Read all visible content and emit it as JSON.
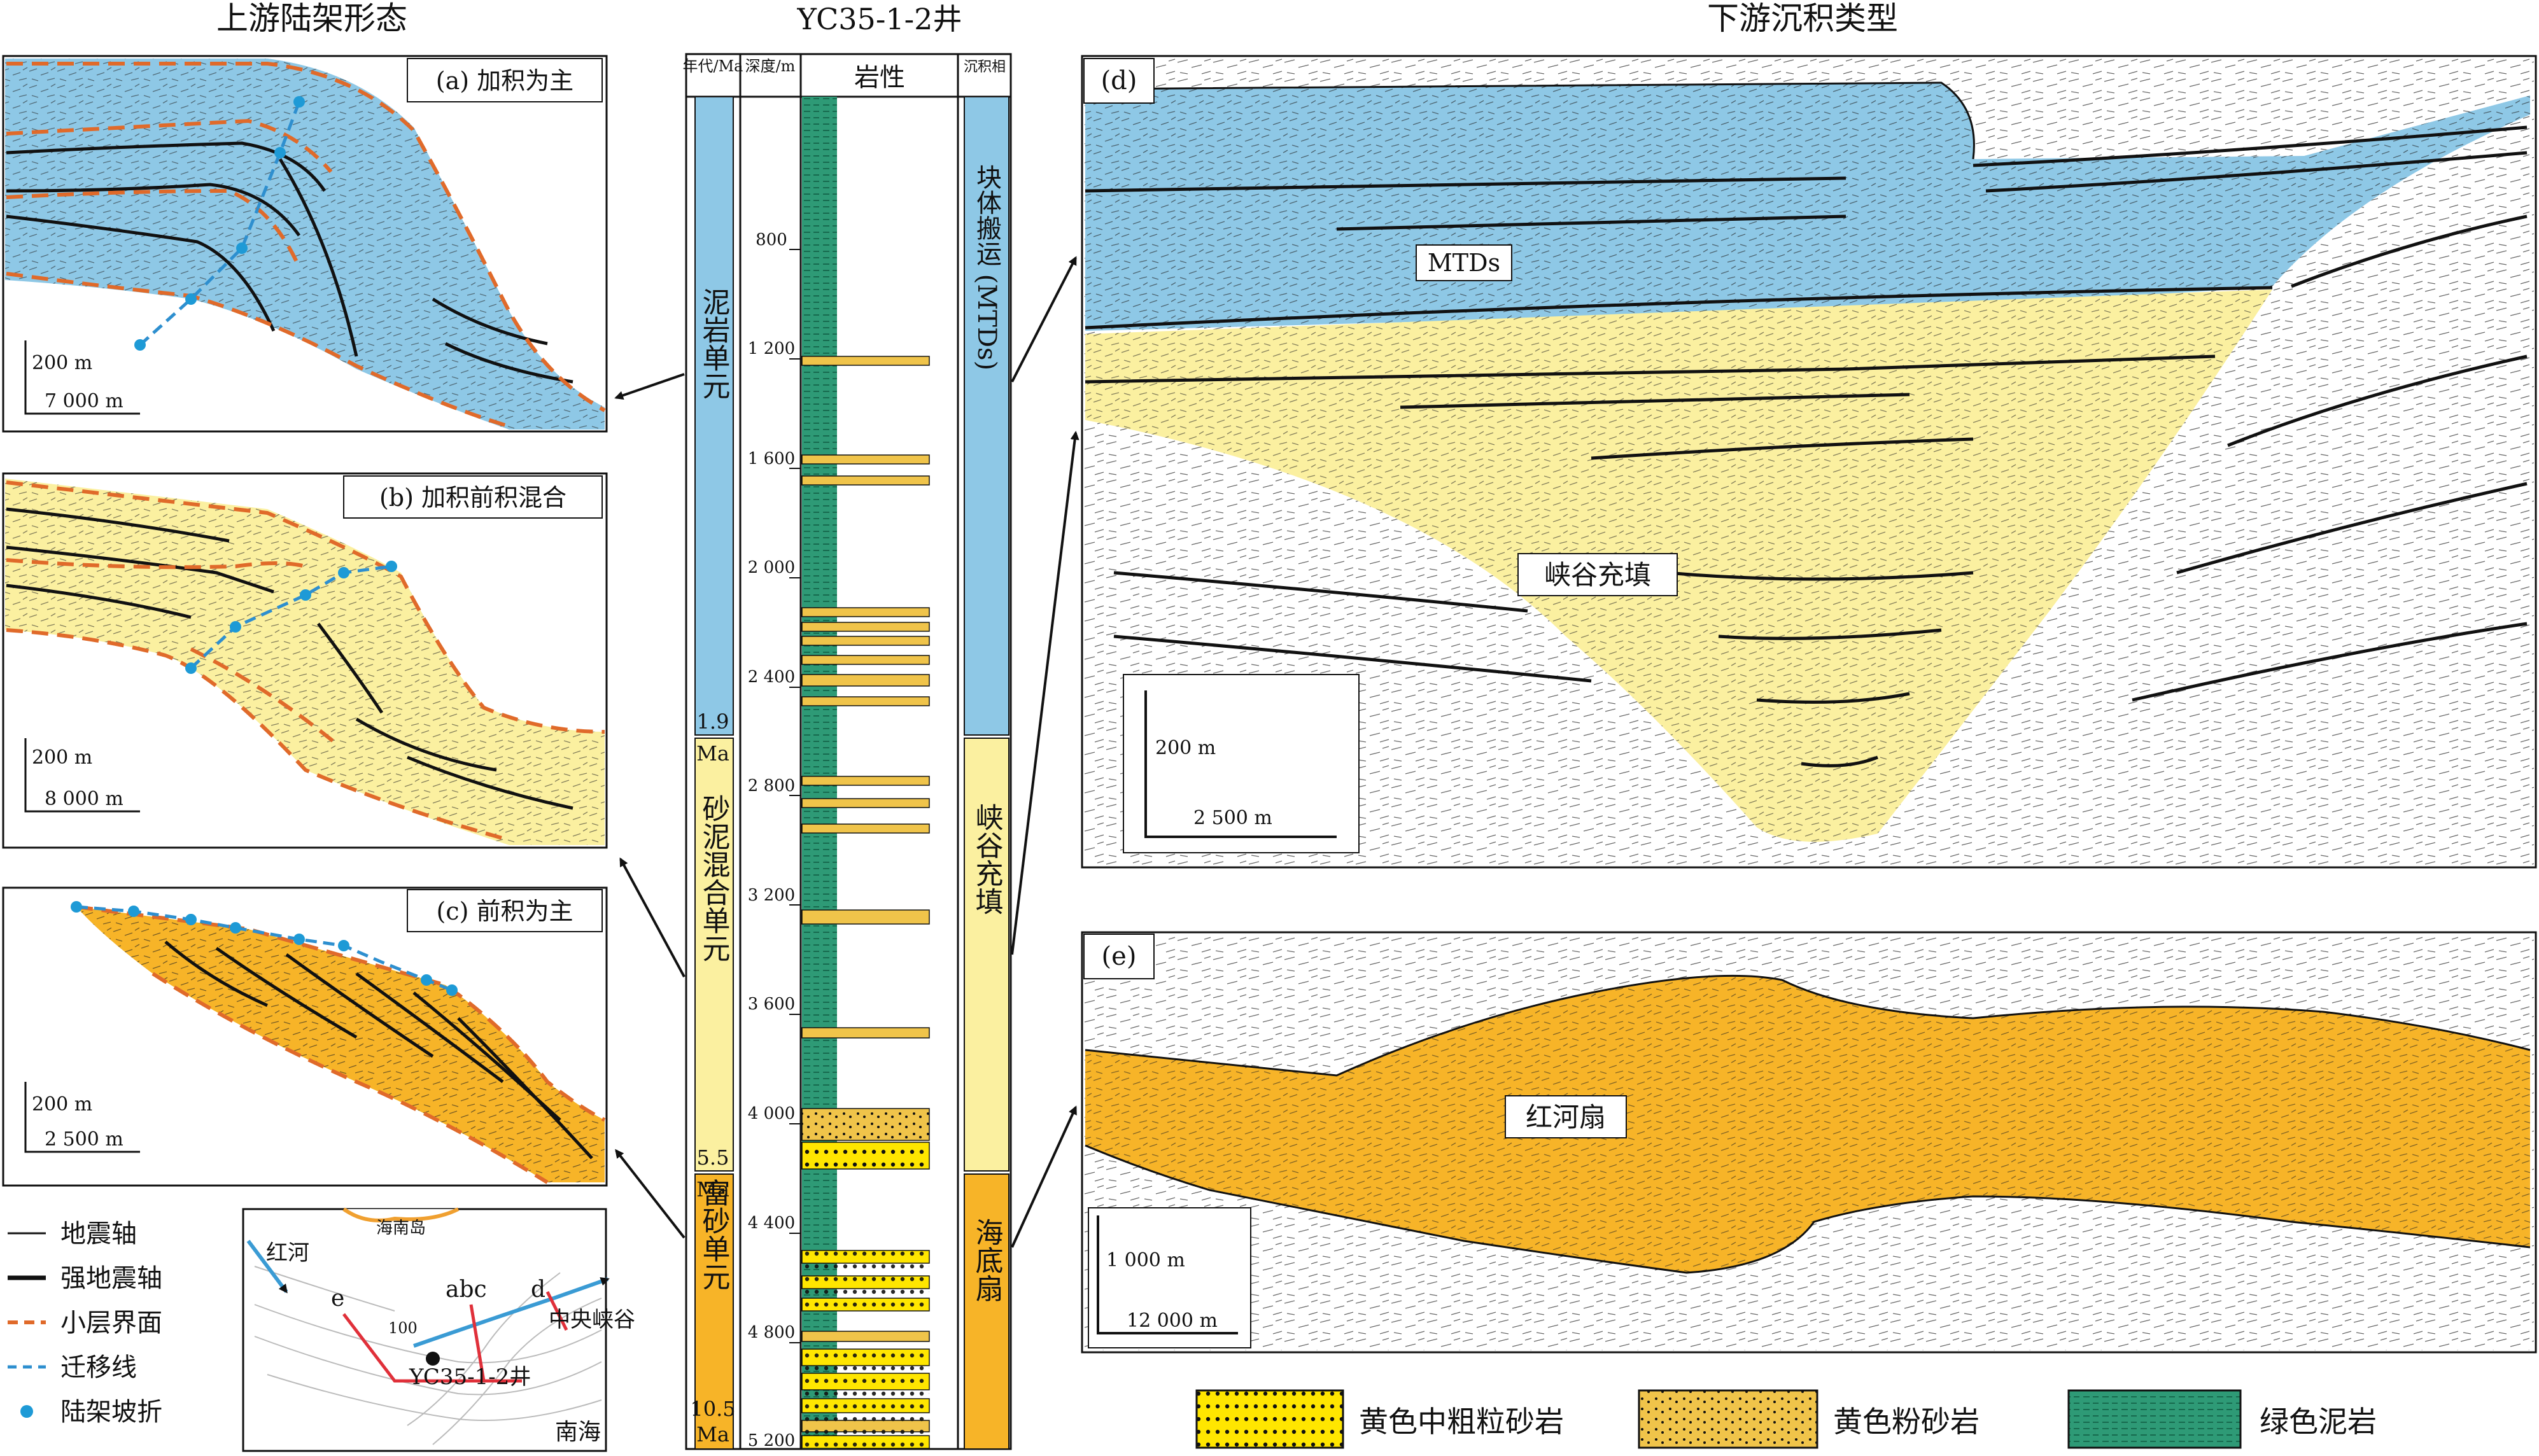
{
  "headers": {
    "upstream": "上游陆架形态",
    "well": "YC35-1-2井",
    "downstream": "下游沉积类型"
  },
  "panels": {
    "a": {
      "label": "(a) 加积为主",
      "scale_v": "200 m",
      "scale_h": "7 000 m"
    },
    "b": {
      "label": "(b) 加积前积混合",
      "scale_v": "200 m",
      "scale_h": "8 000 m"
    },
    "c": {
      "label": "(c) 前积为主",
      "scale_v": "200 m",
      "scale_h": "2 500 m"
    },
    "d": {
      "label": "(d)",
      "mtds": "MTDs",
      "fill": "峡谷充填",
      "scale_v": "200 m",
      "scale_h": "2 500 m"
    },
    "e": {
      "label": "(e)",
      "fan": "红河扇",
      "scale_v": "1 000 m",
      "scale_h": "12 000 m"
    }
  },
  "column": {
    "header_age": "年代/Ma",
    "header_depth": "深度/m",
    "header_lith": "岩性",
    "header_facies": "沉积相",
    "depths": [
      "800",
      "1 200",
      "1 600",
      "2 000",
      "2 400",
      "2 800",
      "3 200",
      "3 600",
      "4 000",
      "4 400",
      "4 800",
      "5 200"
    ],
    "units": [
      {
        "name": "泥岩单元",
        "top_age": "",
        "bottom_age": "1.9",
        "facies": "块体搬运 (MTDs)",
        "color": "#8ec8e6"
      },
      {
        "name": "砂泥混合单元",
        "top_age": "Ma",
        "bottom_age": "5.5",
        "facies": "峡谷充填",
        "color": "#fbf0a0"
      },
      {
        "name": "富砂单元",
        "top_age": "Ma",
        "bottom_age": "10.5",
        "facies": "海底扇",
        "color": "#f7b428"
      }
    ],
    "bottom_unit_text": "Ma"
  },
  "legend_left": [
    {
      "label": "地震轴",
      "style": "thin"
    },
    {
      "label": "强地震轴",
      "style": "thick"
    },
    {
      "label": "小层界面",
      "style": "orange-dash"
    },
    {
      "label": "迁移线",
      "style": "blue-dash"
    },
    {
      "label": "陆架坡折",
      "style": "blue-dot"
    }
  ],
  "map": {
    "hainan": "海南岛",
    "honghe": "红河",
    "e": "e",
    "abc": "abc",
    "d": "d",
    "contour": "100",
    "canyon": "中央峡谷",
    "well": "YC35-1-2井",
    "sea": "南海"
  },
  "legend_bottom": [
    {
      "label": "黄色中粗粒砂岩",
      "color": "#ffe600"
    },
    {
      "label": "黄色粉砂岩",
      "color": "#f0c44a"
    },
    {
      "label": "绿色泥岩",
      "color": "#2e9a76"
    }
  ]
}
